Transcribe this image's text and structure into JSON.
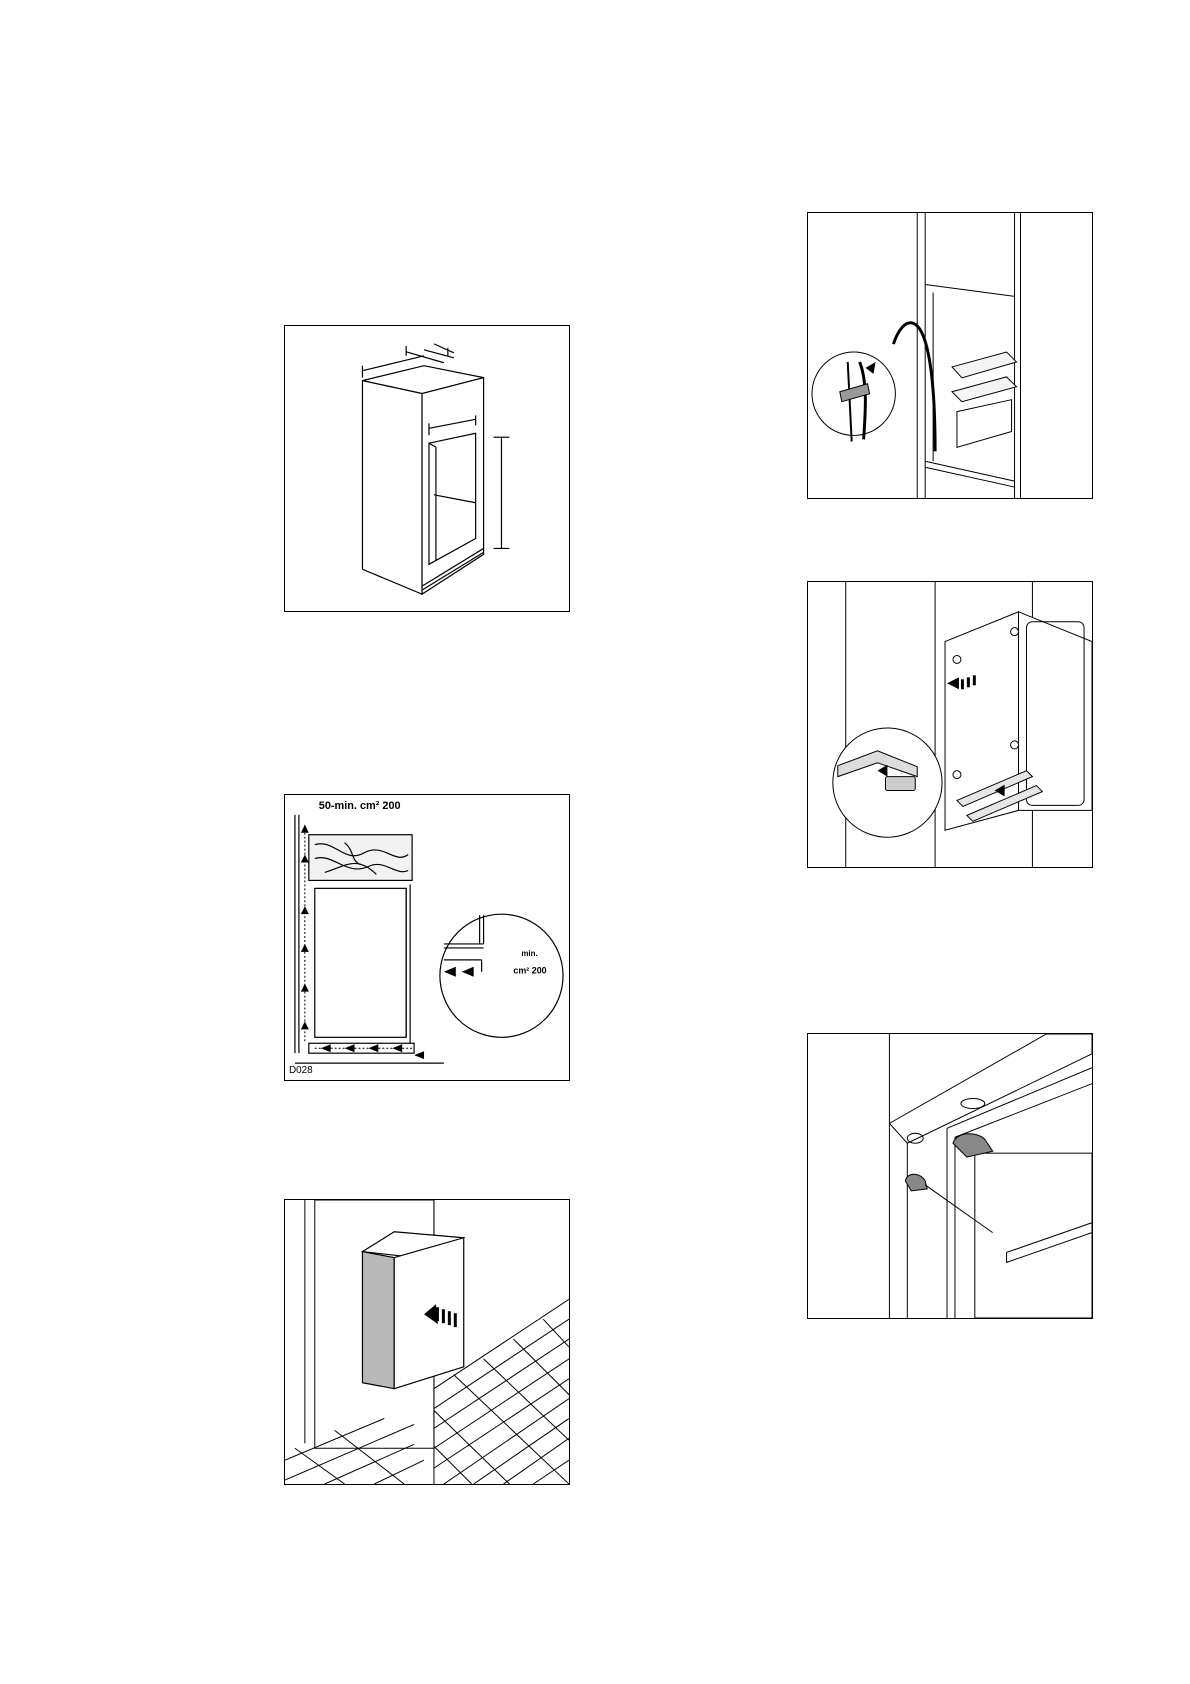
{
  "figures": [
    {
      "id": "fig1",
      "caption": ""
    },
    {
      "id": "fig2",
      "caption": "",
      "labels": {
        "top_vent": "50-min. cm² 200",
        "inset_min": "min.",
        "inset_vent": "cm² 200",
        "code": "D028"
      }
    },
    {
      "id": "fig3",
      "caption": ""
    },
    {
      "id": "fig4",
      "caption": ""
    },
    {
      "id": "fig5",
      "caption": ""
    },
    {
      "id": "fig6",
      "caption": ""
    }
  ]
}
